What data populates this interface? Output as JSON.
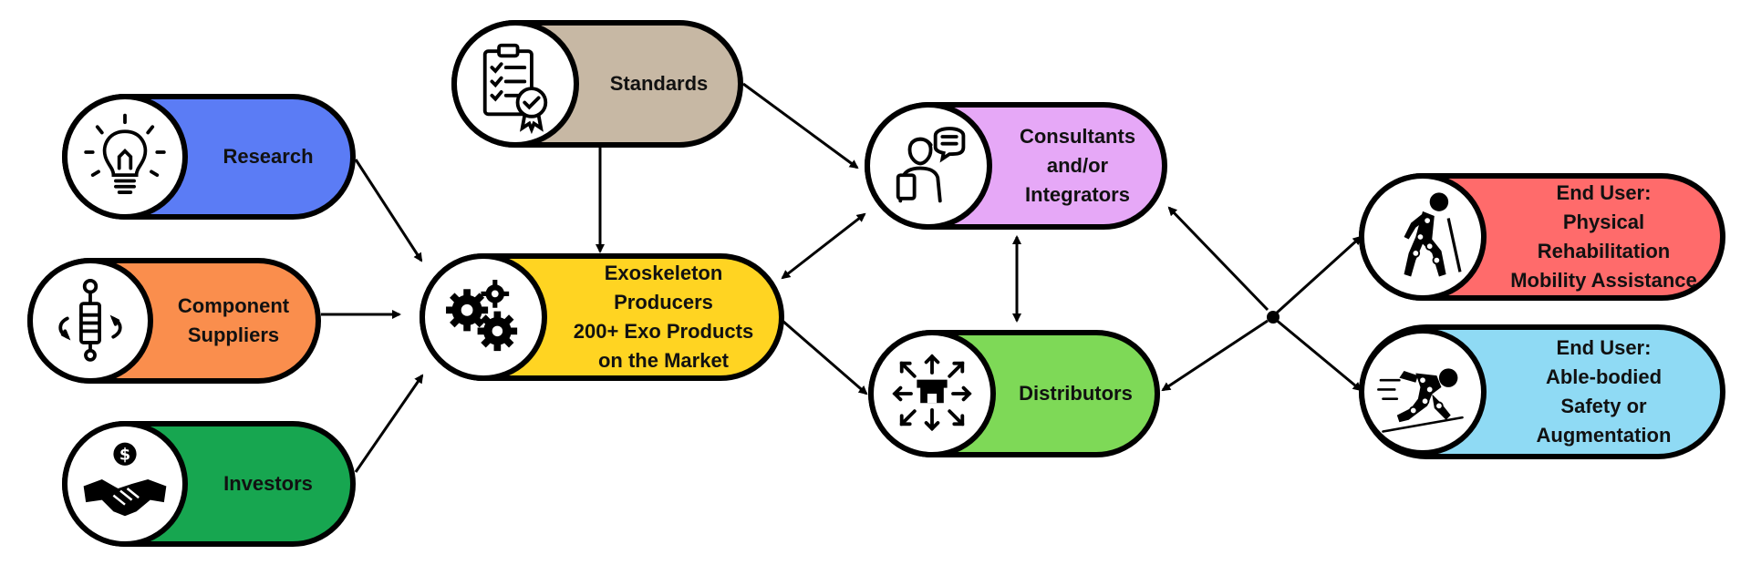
{
  "colors": {
    "research": "#5B7CF5",
    "components": "#FA8E4D",
    "investors": "#17A650",
    "standards": "#C7B8A4",
    "producers": "#FFD422",
    "consultants": "#E6A8F7",
    "distributors": "#7ED957",
    "rehab": "#FF6B6B",
    "ablebodied": "#8FDAF4"
  },
  "nodes": {
    "research": {
      "label": "Research",
      "icon": "lightbulb-icon"
    },
    "components": {
      "line1": "Component",
      "line2": "Suppliers",
      "icon": "actuator-icon"
    },
    "investors": {
      "label": "Investors",
      "icon": "handshake-dollar-icon"
    },
    "standards": {
      "label": "Standards",
      "icon": "clipboard-certificate-icon"
    },
    "producers": {
      "line1": "Exoskeleton",
      "line2": "Producers",
      "line3": "200+ Exo Products",
      "line4": "on the Market",
      "icon": "gears-icon"
    },
    "consultants": {
      "line1": "Consultants",
      "line2": "and/or",
      "line3": "Integrators",
      "icon": "consultant-icon"
    },
    "distributors": {
      "label": "Distributors",
      "icon": "store-arrows-icon"
    },
    "rehab": {
      "line1": "End User:",
      "line2": "Physical Rehabilitation",
      "line3": "Mobility Assistance",
      "icon": "walking-exoskeleton-icon"
    },
    "ablebodied": {
      "line1": "End User:",
      "line2": "Able-bodied",
      "line3": "Safety or",
      "line4": "Augmentation",
      "icon": "running-exoskeleton-icon"
    }
  }
}
